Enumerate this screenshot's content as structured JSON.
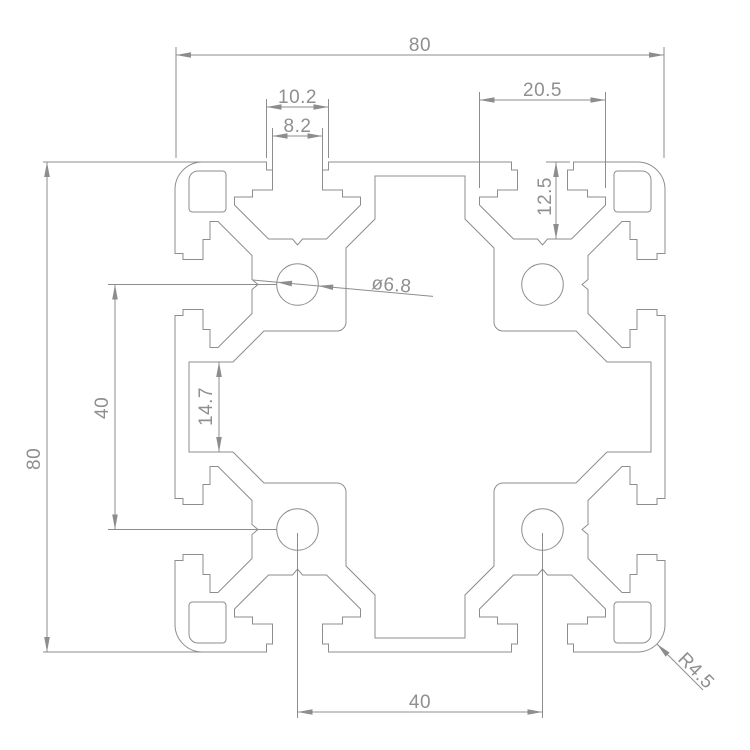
{
  "drawing": {
    "background": "#ffffff",
    "line_color": "#8d8d8d",
    "text_color": "#8f8f8f"
  },
  "dimensions": {
    "overall_width": "80",
    "overall_height": "80",
    "slot_opening_outer": "10.2",
    "slot_opening_inner": "8.2",
    "slot_cavity_width": "20.5",
    "slot_cavity_depth": "12.5",
    "hole_diameter": "ø6.8",
    "hole_spacing_vertical": "40",
    "hole_spacing_horizontal": "40",
    "side_wall_opening": "14.7",
    "corner_radius": "R4.5"
  }
}
